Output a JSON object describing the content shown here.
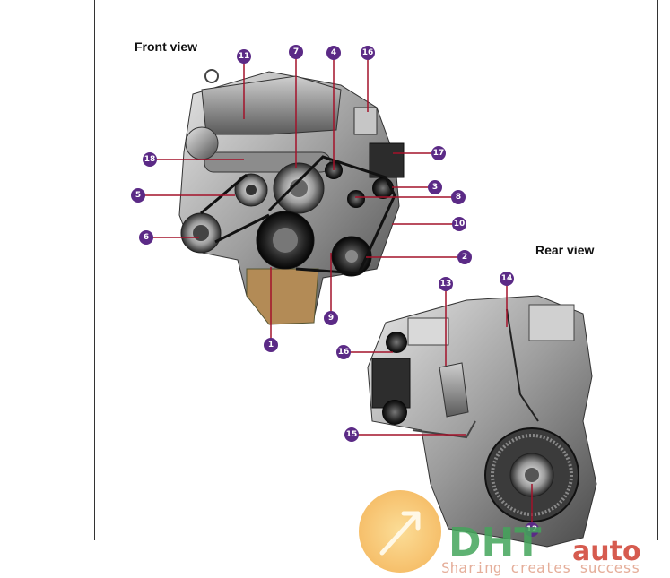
{
  "front_view": {
    "title": "Front view",
    "callouts": [
      "1",
      "2",
      "3",
      "4",
      "5",
      "6",
      "7",
      "8",
      "9",
      "10",
      "11",
      "16",
      "17",
      "18"
    ]
  },
  "rear_view": {
    "title": "Rear view",
    "callouts": [
      "12",
      "13",
      "14",
      "15",
      "16"
    ]
  },
  "watermark": {
    "brand_a": "DHT",
    "brand_b": "auto",
    "tagline": "Sharing creates success"
  },
  "colors": {
    "callout_fill": "#5b2a86",
    "leader_line": "#a3122a",
    "watermark_green": "#44a55b",
    "watermark_red": "#d24a3c",
    "watermark_circle": "#f7c266"
  }
}
